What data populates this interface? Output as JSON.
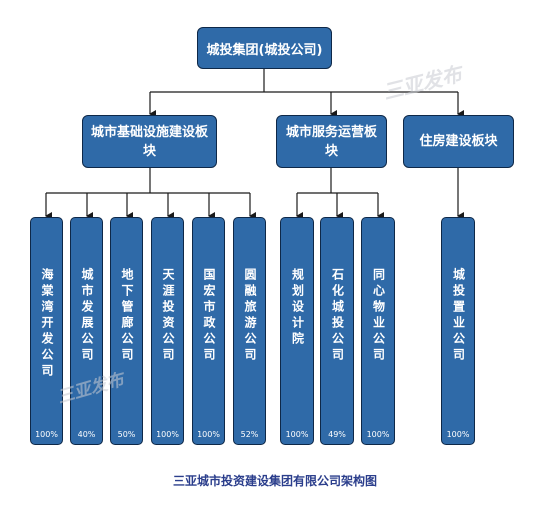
{
  "root": {
    "label": "城投集团(城投公司)"
  },
  "sectors": [
    {
      "label": "城市基础设施建设板块"
    },
    {
      "label": "城市服务运营板块"
    },
    {
      "label": "住房建设板块"
    }
  ],
  "companies": [
    {
      "name": "海棠湾开发公司",
      "share": "100%"
    },
    {
      "name": "城市发展公司",
      "share": "40%"
    },
    {
      "name": "地下管廊公司",
      "share": "50%"
    },
    {
      "name": "天涯投资公司",
      "share": "100%"
    },
    {
      "name": "国宏市政公司",
      "share": "100%"
    },
    {
      "name": "圆融旅游公司",
      "share": "52%"
    },
    {
      "name": "规划设计院",
      "share": "100%"
    },
    {
      "name": "石化城投公司",
      "share": "49%"
    },
    {
      "name": "同心物业公司",
      "share": "100%"
    },
    {
      "name": "城投置业公司",
      "share": "100%"
    }
  ],
  "watermark": "三亚发布",
  "caption": "三亚城市投资建设集团有限公司架构图",
  "colors": {
    "box_fill": "#2f6aa8",
    "box_border": "#0e2848",
    "line": "#1a1a1a",
    "caption": "#2b3e8c"
  }
}
